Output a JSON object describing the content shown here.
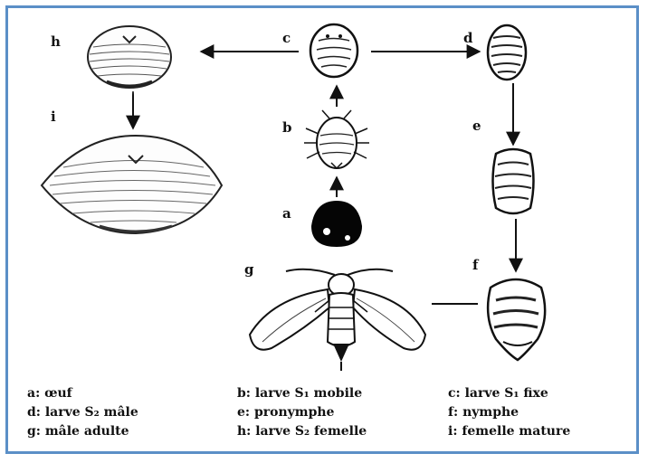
{
  "stage_labels": {
    "a": "a",
    "b": "b",
    "c": "c",
    "d": "d",
    "e": "e",
    "f": "f",
    "g": "g",
    "h": "h",
    "i": "i"
  },
  "legend": [
    [
      "a: œuf",
      "b: larve S₁ mobile",
      "c: larve S₁ fixe"
    ],
    [
      "d: larve S₂ mâle",
      "e: pronymphe",
      "f: nymphe"
    ],
    [
      "g: mâle adulte",
      "h: larve S₂ femelle",
      "i: femelle mature"
    ]
  ],
  "icons": {
    "a": "egg-icon",
    "b": "mobile-larva-icon",
    "c": "fixed-larva-icon",
    "d": "male-larva-icon",
    "e": "pronymph-icon",
    "f": "nymph-icon",
    "g": "adult-male-insect-icon",
    "h": "female-larva-icon",
    "i": "mature-female-icon"
  },
  "colors": {
    "frame": "#5b8fc7",
    "ink": "#111111"
  }
}
